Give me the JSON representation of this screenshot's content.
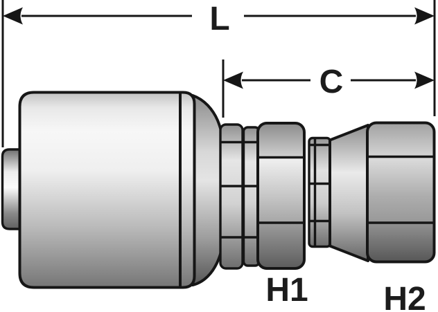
{
  "diagram": {
    "labels": {
      "l": "L",
      "c": "C",
      "h1": "H1",
      "h2": "H2"
    },
    "colors": {
      "outline": "#161616",
      "label_text": "#1c1c1c",
      "background": "#ffffff",
      "metal_highlight": "#f8f8f8",
      "metal_midtone": "#bdbdbd",
      "metal_shadow": "#5d5d5d"
    }
  }
}
